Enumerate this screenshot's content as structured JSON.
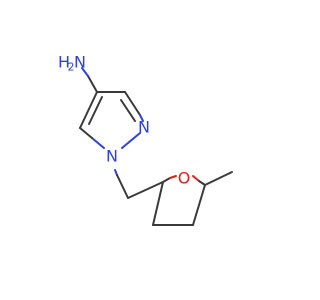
{
  "molecule": {
    "atoms": {
      "nh2": {
        "element": "N",
        "label": "H",
        "sub": "2",
        "prefix": "N",
        "color": "#2f3fe6"
      },
      "n1": {
        "element": "N",
        "label": "N",
        "color": "#2f3fe6"
      },
      "n2": {
        "element": "N",
        "label": "N",
        "color": "#2f3fe6"
      },
      "o1": {
        "element": "O",
        "label": "O",
        "color": "#e01e1e"
      }
    },
    "bond_color": "#3a3a3a"
  }
}
